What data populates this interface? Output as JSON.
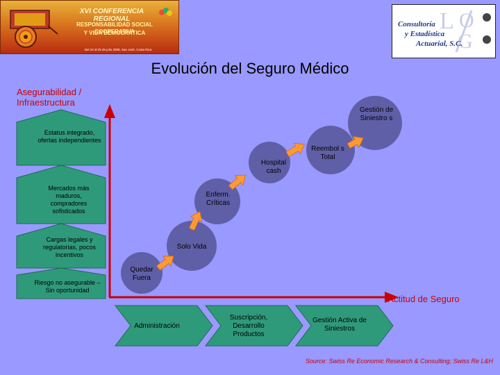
{
  "banner": {
    "line1": "XVI CONFERENCIA REGIONAL",
    "line2a": "RESPONSABILIDAD SOCIAL COOPERATIVA",
    "line2b": "Y VIDA DEMOCRÁTICA",
    "line3": "Del 22 al 25 de julio 2008, San José, Costa Rica"
  },
  "logo": {
    "line1": "Consultoría",
    "line2": "y Estadística",
    "line3": "Actuarial, S.C."
  },
  "title": "Evolución del Seguro Médico",
  "y_axis_label": "Asegurabilidad / Infraestructura",
  "x_axis_label": "Actitud de Seguro",
  "left_steps": [
    "Estatus integrado, ofertas independientes",
    "Mercados más maduros, compradores sofisticados",
    "Cargas legales y regulatorias, pocos incentivos",
    "Riesgo no asegurable – Sin oportunidad"
  ],
  "circles": [
    "Quedar Fuera",
    "Solo Vida",
    "Enferm. Críticas",
    "Hospital cash",
    "Reembol s Total",
    "Gestión de Siniestro s"
  ],
  "bottom_steps": [
    "Administración",
    "Suscripción, Desarrollo Productos",
    "Gestión Activa de Siniestros"
  ],
  "source": "Source: Swiss Re Economic Research & Consulting; Swiss Re L&H",
  "colors": {
    "background": "#9999ff",
    "green_step": "#2f9a7a",
    "circle": "#5f5fa8",
    "arrow": "#ff9a33",
    "axis": "#cc0000",
    "accent_text": "#cc0000"
  }
}
